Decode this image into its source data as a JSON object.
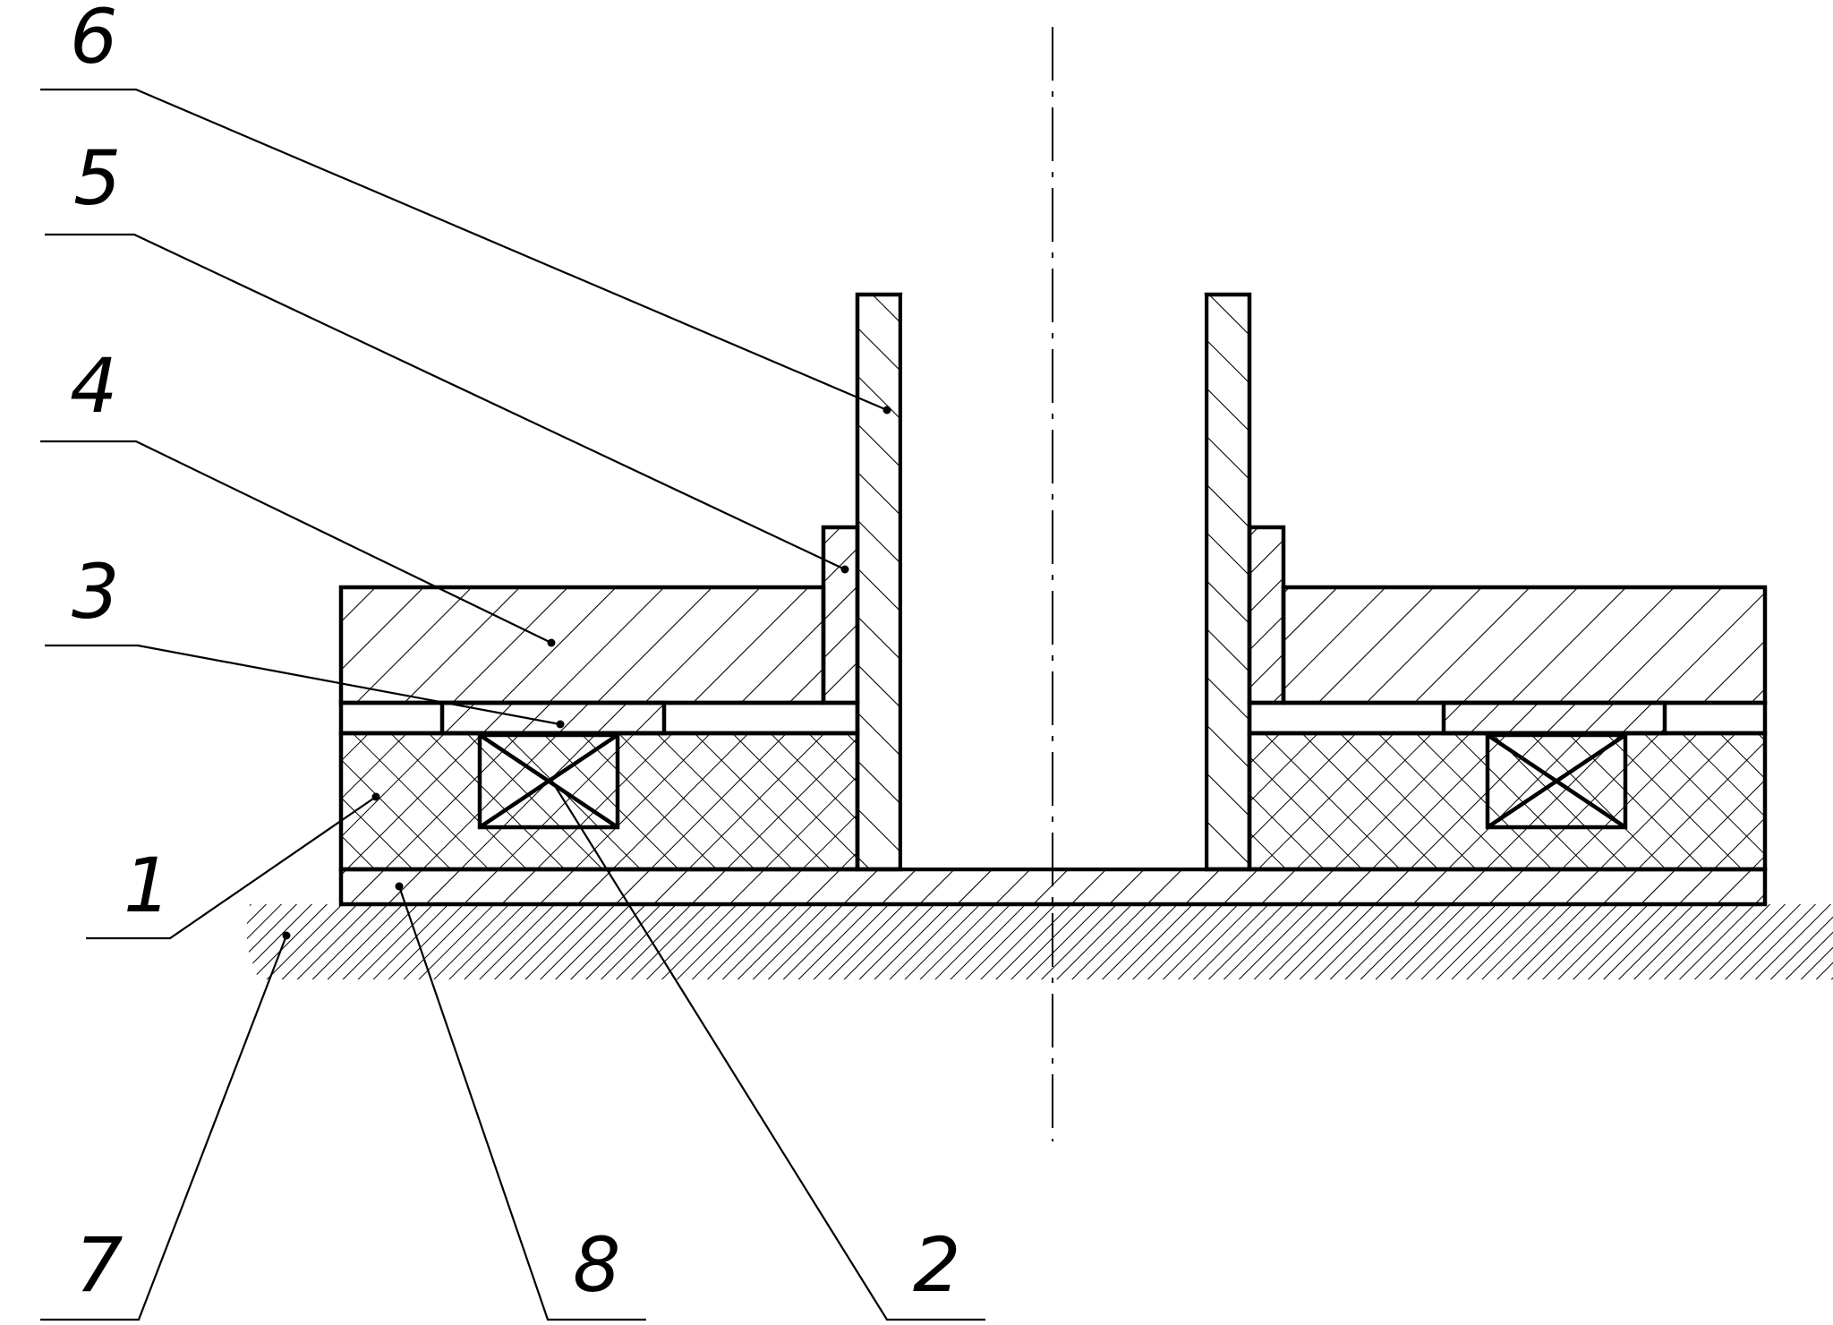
{
  "callouts": [
    {
      "id": "6",
      "label": "6"
    },
    {
      "id": "5",
      "label": "5"
    },
    {
      "id": "4",
      "label": "4"
    },
    {
      "id": "3",
      "label": "3"
    },
    {
      "id": "1",
      "label": "1"
    },
    {
      "id": "7",
      "label": "7"
    },
    {
      "id": "8",
      "label": "8"
    },
    {
      "id": "2",
      "label": "2"
    }
  ]
}
